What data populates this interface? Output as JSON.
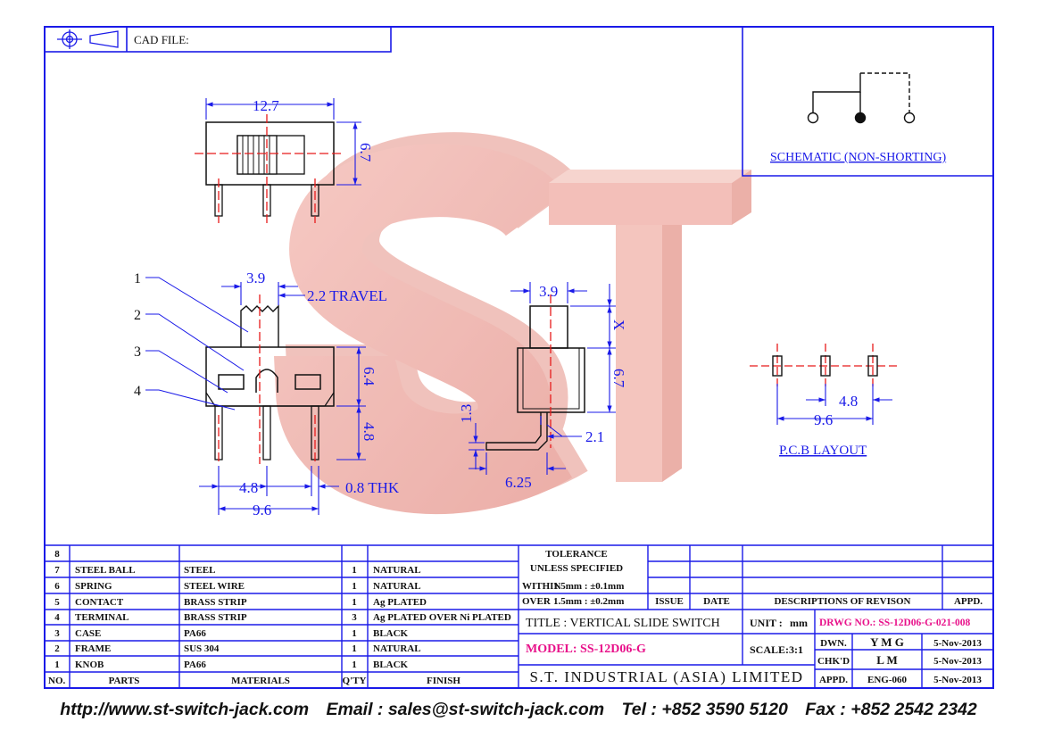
{
  "header": {
    "cad_file_label": "CAD FILE:"
  },
  "schematic": {
    "title": "SCHEMATIC (NON-SHORTING)"
  },
  "pcb": {
    "title": "P.C.B LAYOUT",
    "dim_pitch": "4.8",
    "dim_span": "9.6"
  },
  "watermark": {
    "text": "ST"
  },
  "top_view": {
    "dim_width": "12.7",
    "dim_height": "6.7"
  },
  "front_view": {
    "callouts": [
      "1",
      "2",
      "3",
      "4"
    ],
    "dim_knob": "3.9",
    "dim_travel": "2.2 TRAVEL",
    "dim_body": "6.4",
    "dim_pin": "4.8",
    "dim_pitch": "4.8",
    "dim_thk": "0.8 THK",
    "dim_span": "9.6"
  },
  "side_view": {
    "dim_knob": "3.9",
    "dim_x": "X",
    "dim_height": "6.7",
    "dim_offset": "1.3",
    "dim_foot": "2.1",
    "dim_length": "6.25"
  },
  "bom": {
    "headers": {
      "no": "NO.",
      "parts": "PARTS",
      "materials": "MATERIALS",
      "qty": "Q'TY",
      "finish": "FINISH"
    },
    "rows": [
      {
        "no": "8",
        "part": "",
        "material": "",
        "qty": "",
        "finish": ""
      },
      {
        "no": "7",
        "part": "STEEL BALL",
        "material": "STEEL",
        "qty": "1",
        "finish": "NATURAL"
      },
      {
        "no": "6",
        "part": "SPRING",
        "material": "STEEL WIRE",
        "qty": "1",
        "finish": "NATURAL"
      },
      {
        "no": "5",
        "part": "CONTACT",
        "material": "BRASS STRIP",
        "qty": "1",
        "finish": "Ag PLATED"
      },
      {
        "no": "4",
        "part": "TERMINAL",
        "material": "BRASS STRIP",
        "qty": "3",
        "finish": "Ag PLATED OVER Ni PLATED"
      },
      {
        "no": "3",
        "part": "CASE",
        "material": "PA66",
        "qty": "1",
        "finish": "BLACK"
      },
      {
        "no": "2",
        "part": "FRAME",
        "material": "SUS 304",
        "qty": "1",
        "finish": "NATURAL"
      },
      {
        "no": "1",
        "part": "KNOB",
        "material": "PA66",
        "qty": "1",
        "finish": "BLACK"
      }
    ]
  },
  "tolerance": {
    "line1": "TOLERANCE",
    "line2": "UNLESS SPECIFIED",
    "within_label": "WITHIN",
    "within_value": "1.5mm : ±0.1mm",
    "over_label": "OVER",
    "over_value": "1.5mm : ±0.2mm"
  },
  "revision": {
    "issue": "ISSUE",
    "date": "DATE",
    "descriptions": "DESCRIPTIONS OF REVISON",
    "appd": "APPD."
  },
  "title_block": {
    "title": "TITLE : VERTICAL SLIDE SWITCH",
    "model": "MODEL: SS-12D06-G",
    "company": "S.T. INDUSTRIAL (ASIA) LIMITED",
    "unit_label": "UNIT :",
    "unit_value": "mm",
    "scale_label": "SCALE:",
    "scale_value": "3:1",
    "drwg_no": "DRWG NO.: SS-12D06-G-021-008",
    "dwn_label": "DWN.",
    "dwn_name": "Y M G",
    "dwn_date": "5-Nov-2013",
    "chkd_label": "CHK'D",
    "chkd_name": "L M",
    "chkd_date": "5-Nov-2013",
    "appd_label": "APPD.",
    "appd_name": "ENG-060",
    "appd_date": "5-Nov-2013"
  },
  "footer": {
    "website": "http://www.st-switch-jack.com",
    "email": "Email : sales@st-switch-jack.com",
    "tel": "Tel : +852 3590 5120",
    "fax": "Fax : +852 2542 2342"
  }
}
